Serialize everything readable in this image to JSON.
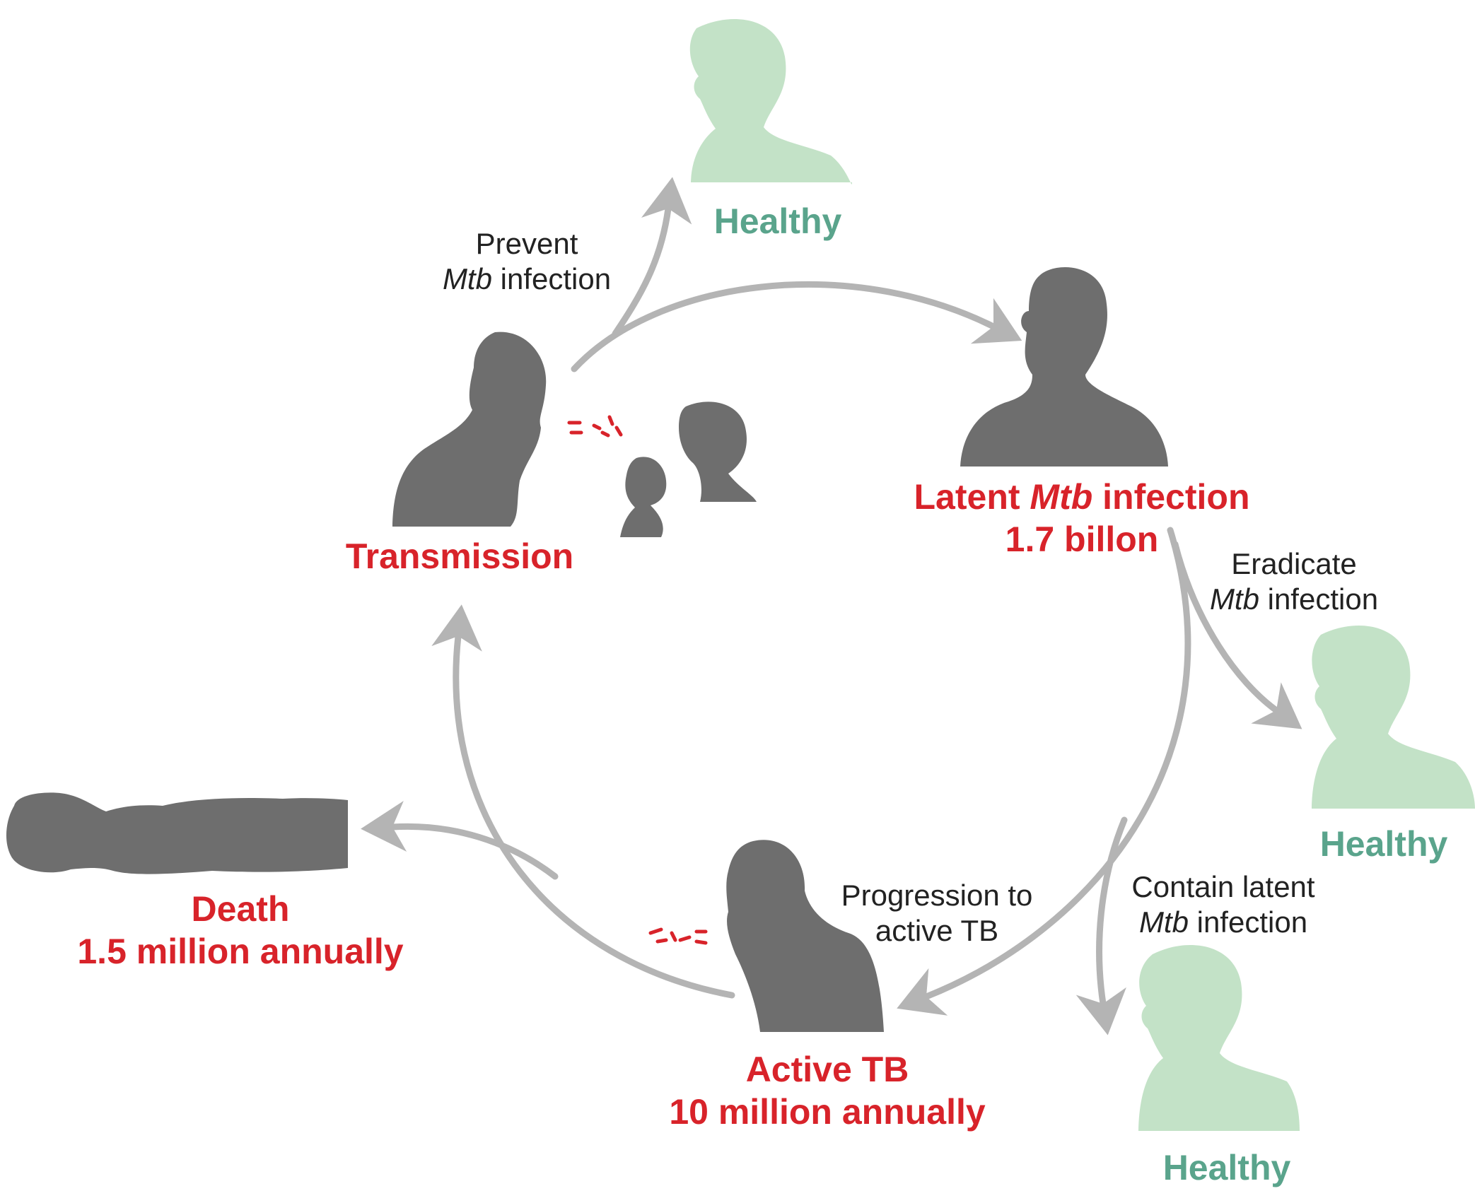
{
  "colors": {
    "arrow": "#b4b4b4",
    "silhouette": "#6e6e6e",
    "healthy_silhouette": "#c3e2c7",
    "stage_label": "#d8232a",
    "healthy_label": "#5aa48c",
    "note_text": "#222222",
    "droplets": "#d8232a"
  },
  "nodes": {
    "transmission": {
      "label": "Transmission"
    },
    "latent": {
      "label_pre": "Latent ",
      "label_italic": "Mtb",
      "label_post": " infection",
      "count": "1.7 billon"
    },
    "active": {
      "label": "Active TB",
      "count": "10 million annually"
    },
    "death": {
      "label": "Death",
      "count": "1.5 million annually"
    },
    "healthy_top": {
      "label": "Healthy"
    },
    "healthy_right": {
      "label": "Healthy"
    },
    "healthy_bottom": {
      "label": "Healthy"
    }
  },
  "interventions": {
    "prevent": {
      "line1": "Prevent",
      "line2_italic": "Mtb",
      "line2_rest": " infection"
    },
    "eradicate": {
      "line1": "Eradicate",
      "line2_italic": "Mtb",
      "line2_rest": " infection"
    },
    "contain": {
      "line1": "Contain latent",
      "line2_italic": "Mtb",
      "line2_rest": " infection"
    },
    "progression": {
      "line1": "Progression to",
      "line2": "active TB"
    }
  },
  "icons": [
    "coughing-person-icon",
    "child-icon",
    "boy-icon",
    "adult-silhouette-icon",
    "lying-body-icon",
    "healthy-person-icon",
    "droplets-icon"
  ]
}
